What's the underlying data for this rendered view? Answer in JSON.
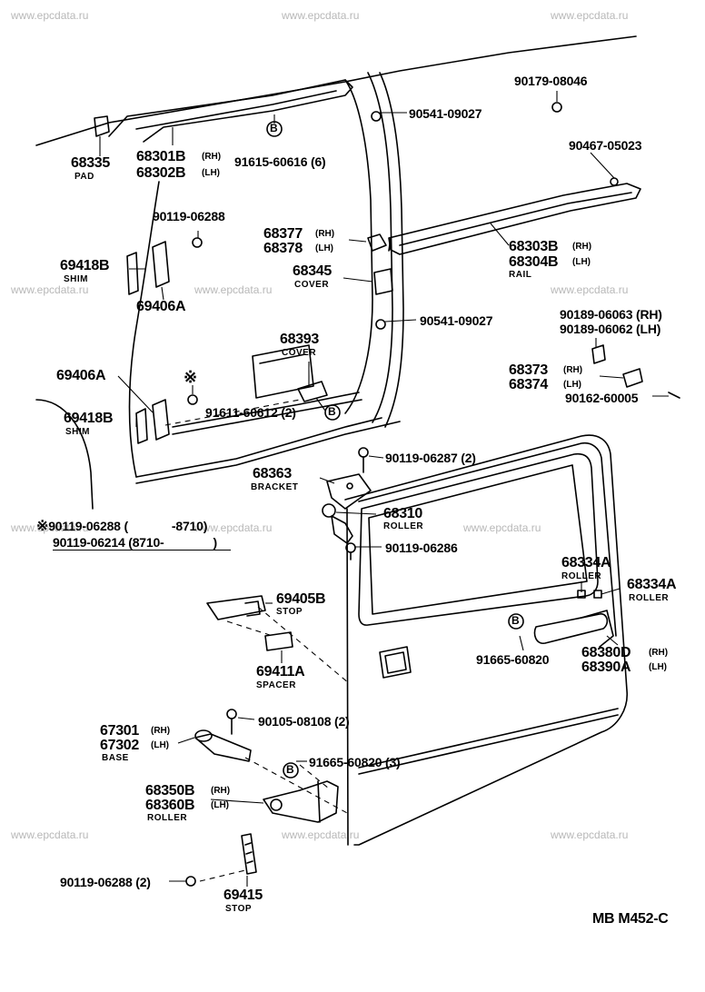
{
  "watermark": "www.epcdata.ru",
  "figure_code": "MB M452-C",
  "ref_mark": "※",
  "parts": {
    "p68335": {
      "pn": "68335",
      "desc": "PAD"
    },
    "p68301B": {
      "pn": "68301B",
      "side": "(RH)"
    },
    "p68302B": {
      "pn": "68302B",
      "side": "(LH)"
    },
    "p91615": {
      "pn": "91615-60616 (6)"
    },
    "p90541a": {
      "pn": "90541-09027"
    },
    "p90179": {
      "pn": "90179-08046"
    },
    "p90467": {
      "pn": "90467-05023"
    },
    "p90119_06288a": {
      "pn": "90119-06288"
    },
    "p68377": {
      "pn": "68377",
      "side": "(RH)"
    },
    "p68378": {
      "pn": "68378",
      "side": "(LH)"
    },
    "p68303B": {
      "pn": "68303B",
      "side": "(RH)"
    },
    "p68304B": {
      "pn": "68304B",
      "side": "(LH)",
      "desc": "RAIL"
    },
    "p69418Ba": {
      "pn": "69418B",
      "desc": "SHIM"
    },
    "p68345": {
      "pn": "68345",
      "desc": "COVER"
    },
    "p69406Aa": {
      "pn": "69406A"
    },
    "p90541b": {
      "pn": "90541-09027"
    },
    "p90189_63": {
      "pn": "90189-06063 (RH)"
    },
    "p90189_62": {
      "pn": "90189-06062 (LH)"
    },
    "p68393": {
      "pn": "68393",
      "desc": "COVER"
    },
    "p69406Ab": {
      "pn": "69406A"
    },
    "p68373": {
      "pn": "68373",
      "side": "(RH)"
    },
    "p68374": {
      "pn": "68374",
      "side": "(LH)"
    },
    "p90162": {
      "pn": "90162-60005"
    },
    "p91611": {
      "pn": "91611-60612 (2)"
    },
    "p69418Bb": {
      "pn": "69418B",
      "desc": "SHIM"
    },
    "p90119_06287": {
      "pn": "90119-06287 (2)"
    },
    "p68363": {
      "pn": "68363",
      "desc": "BRACKET"
    },
    "p68310": {
      "pn": "68310",
      "desc": "ROLLER"
    },
    "note1": {
      "pn": "90119-06288 (",
      "range": "-8710)"
    },
    "note2": {
      "pn": "90119-06214 (8710-",
      "range": ")"
    },
    "p90119_06286": {
      "pn": "90119-06286"
    },
    "p68334Aa": {
      "pn": "68334A",
      "desc": "ROLLER"
    },
    "p68334Ab": {
      "pn": "68334A",
      "desc": "ROLLER"
    },
    "p69405B": {
      "pn": "69405B",
      "desc": "STOP"
    },
    "p91665a": {
      "pn": "91665-60820"
    },
    "p68380D": {
      "pn": "68380D",
      "side": "(RH)"
    },
    "p68390A": {
      "pn": "68390A",
      "side": "(LH)"
    },
    "p69411A": {
      "pn": "69411A",
      "desc": "SPACER"
    },
    "p90105": {
      "pn": "90105-08108 (2)"
    },
    "p67301": {
      "pn": "67301",
      "side": "(RH)"
    },
    "p67302": {
      "pn": "67302",
      "side": "(LH)",
      "desc": "BASE"
    },
    "p91665b": {
      "pn": "91665-60820 (3)"
    },
    "p68350B": {
      "pn": "68350B",
      "side": "(RH)"
    },
    "p68360B": {
      "pn": "68360B",
      "side": "(LH)",
      "desc": "ROLLER"
    },
    "p90119_06288b": {
      "pn": "90119-06288 (2)"
    },
    "p69415": {
      "pn": "69415",
      "desc": "STOP"
    }
  },
  "callout_letter": "B"
}
